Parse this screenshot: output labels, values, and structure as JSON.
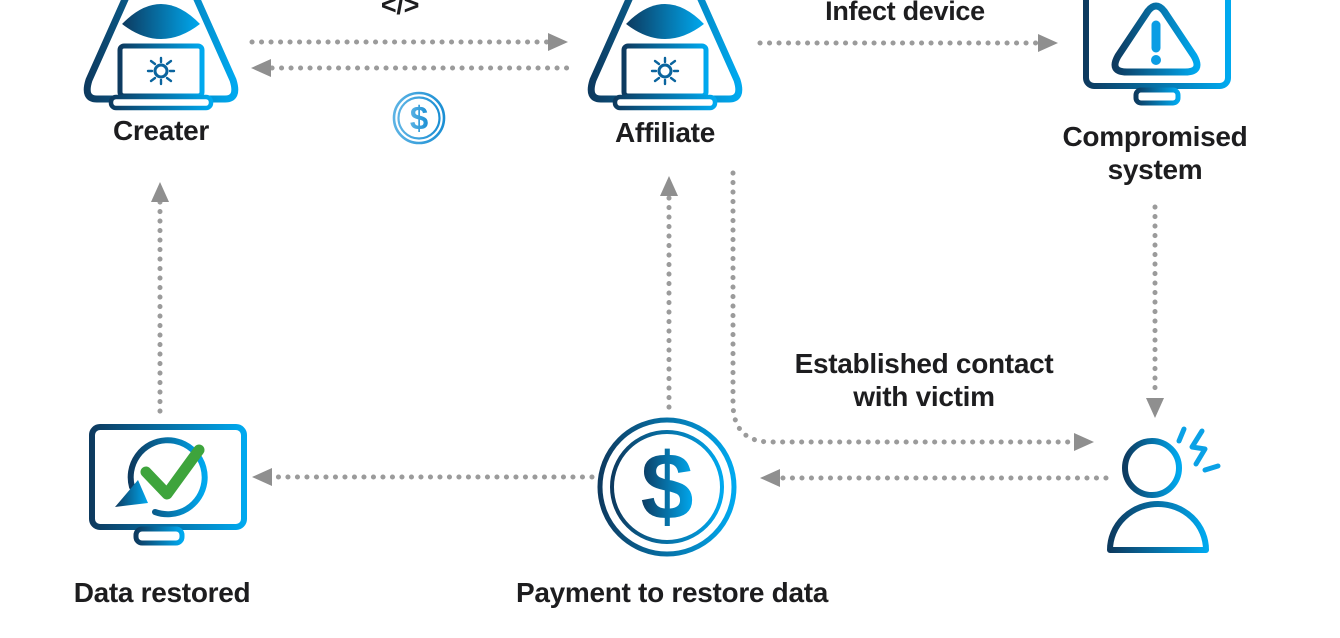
{
  "diagram": {
    "type": "flow-diagram",
    "nodes": {
      "creater": {
        "label": "Creater",
        "icon": "hooded-hacker-laptop-bug"
      },
      "affiliate": {
        "label": "Affiliate",
        "icon": "hooded-hacker-laptop-bug"
      },
      "compromised_system": {
        "label": "Compromised system",
        "icon": "monitor-warning-triangle"
      },
      "data_restored": {
        "label": "Data restored",
        "icon": "monitor-restore-checkmark"
      },
      "payment": {
        "label": "Payment to restore data",
        "icon": "dollar-coin"
      },
      "victim": {
        "label": "",
        "icon": "person-shocked"
      }
    },
    "edges": {
      "code_transfer": {
        "label": "</>",
        "from": "creater",
        "to": "affiliate"
      },
      "money_back": {
        "label": "",
        "from": "affiliate",
        "to": "creater",
        "icon": "dollar-coin-small"
      },
      "infect_device": {
        "label": "Infect device",
        "from": "affiliate",
        "to": "compromised_system"
      },
      "established_contact": {
        "label": "Established contact with victim",
        "from": "affiliate",
        "to": "victim"
      },
      "system_to_victim": {
        "label": "",
        "from": "compromised_system",
        "to": "victim"
      },
      "victim_pays": {
        "label": "",
        "from": "victim",
        "to": "payment"
      },
      "payment_to_affiliate": {
        "label": "",
        "from": "payment",
        "to": "affiliate"
      },
      "payment_to_restore": {
        "label": "",
        "from": "payment",
        "to": "data_restored"
      },
      "restored_to_creater": {
        "label": "",
        "from": "data_restored",
        "to": "creater"
      }
    },
    "icons": {
      "dollar_large": "$",
      "dollar_small": "$"
    },
    "colors": {
      "blue_dark": "#0d3a5f",
      "blue_bright": "#00a9ef",
      "blue_mid": "#1b8fd4",
      "green_check": "#3ea43c",
      "connector_gray": "#9b9b9b",
      "arrowhead_gray": "#8f8f8f",
      "text": "#1d1d1f"
    }
  }
}
